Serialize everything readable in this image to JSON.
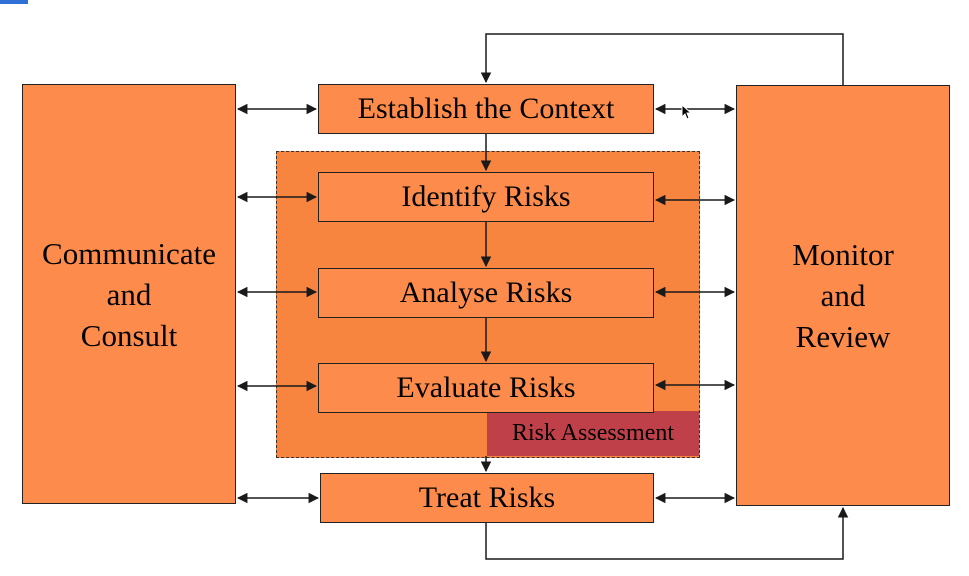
{
  "diagram": {
    "left_panel": {
      "lines": [
        "Communicate",
        "and",
        "Consult"
      ]
    },
    "right_panel": {
      "lines": [
        "Monitor",
        "and",
        "Review"
      ]
    },
    "stages": {
      "context": "Establish the Context",
      "identify": "Identify Risks",
      "analyse": "Analyse Risks",
      "evaluate": "Evaluate Risks",
      "treat": "Treat Risks"
    },
    "assessment_label": "Risk Assessment"
  },
  "colors": {
    "box_fill": "#fd8c4c",
    "region_fill": "#f7843f",
    "assessment_fill": "#c0404a",
    "line": "#1a1a1a",
    "accent_bar": "#2f6fd6"
  }
}
